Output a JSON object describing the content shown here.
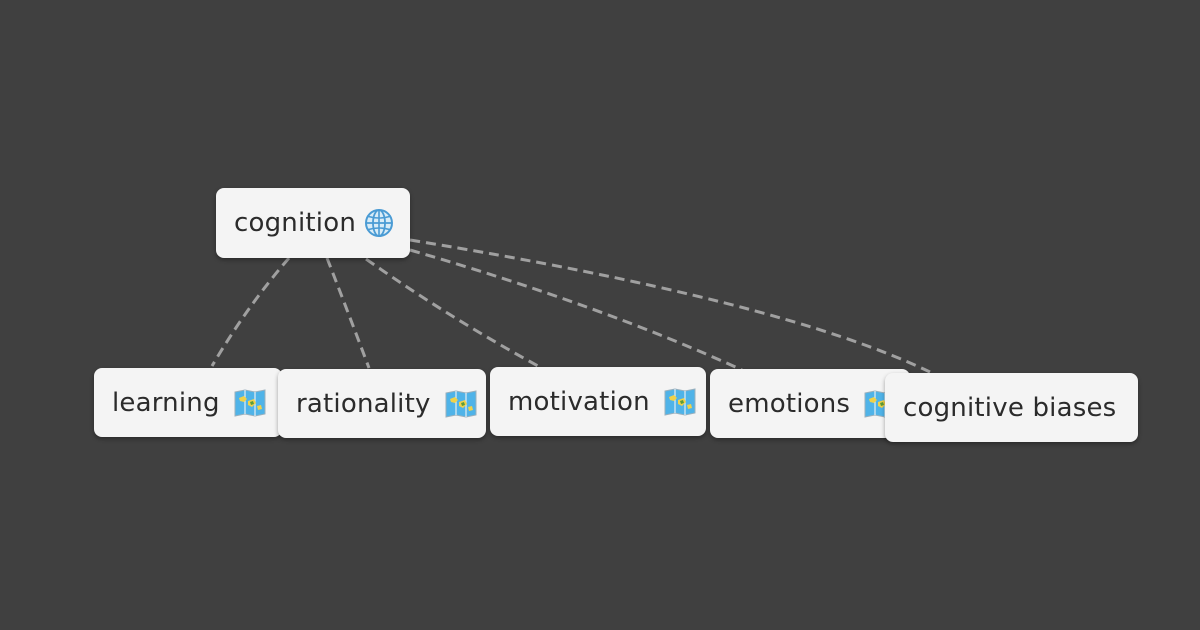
{
  "map": {
    "root": {
      "label": "cognition",
      "icon": "globe-icon"
    },
    "children": [
      {
        "id": "learning",
        "label": "learning",
        "icon": "world-map-icon"
      },
      {
        "id": "rationality",
        "label": "rationality",
        "icon": "world-map-icon"
      },
      {
        "id": "motivation",
        "label": "motivation",
        "icon": "world-map-icon"
      },
      {
        "id": "emotions",
        "label": "emotions",
        "icon": "world-map-icon"
      },
      {
        "id": "cognitive-biases",
        "label": "cognitive biases",
        "icon": ""
      }
    ]
  },
  "colors": {
    "background": "#404040",
    "node_fill": "#f4f4f4",
    "node_text": "#2b2b2b",
    "link": "#a0a0a0"
  }
}
